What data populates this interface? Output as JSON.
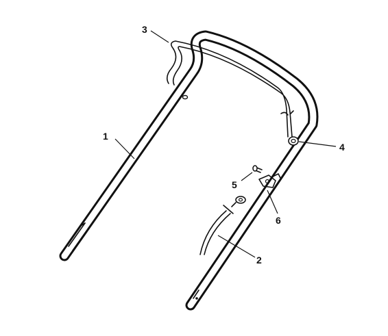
{
  "diagram": {
    "callouts": [
      {
        "id": "1",
        "label": "1"
      },
      {
        "id": "2",
        "label": "2"
      },
      {
        "id": "3",
        "label": "3"
      },
      {
        "id": "4",
        "label": "4"
      },
      {
        "id": "5",
        "label": "5"
      },
      {
        "id": "6",
        "label": "6"
      }
    ],
    "colors": {
      "line": "#111111",
      "background": "#ffffff"
    }
  }
}
